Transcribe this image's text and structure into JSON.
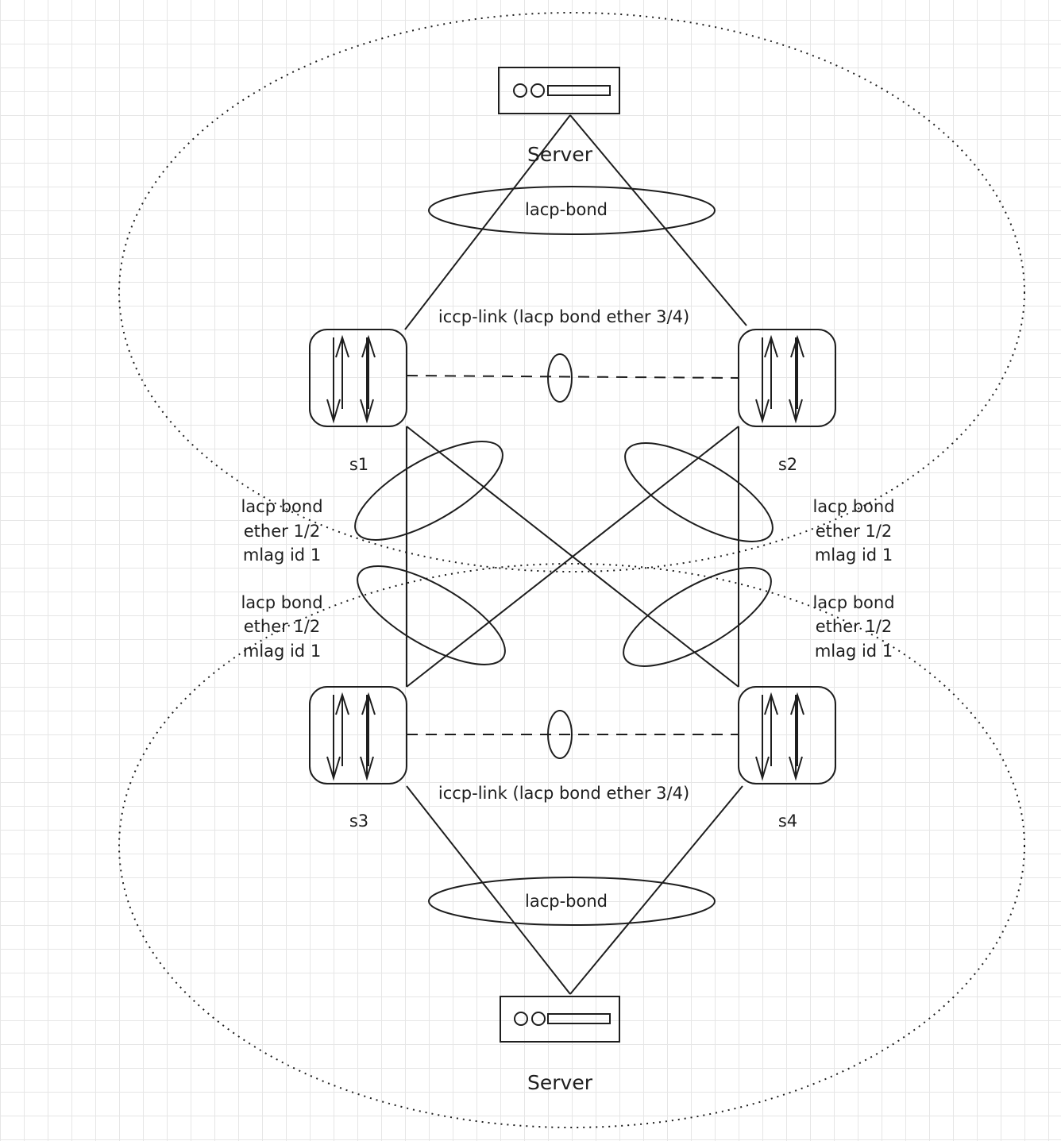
{
  "servers": [
    {
      "label": "Server"
    },
    {
      "label": "Server"
    }
  ],
  "server_bonds": [
    {
      "label": "lacp-bond"
    },
    {
      "label": "lacp-bond"
    }
  ],
  "iccp_links": [
    {
      "label": "iccp-link (lacp bond ether 3/4)"
    },
    {
      "label": "iccp-link (lacp bond ether 3/4)"
    }
  ],
  "switches": [
    {
      "label": "s1"
    },
    {
      "label": "s2"
    },
    {
      "label": "s3"
    },
    {
      "label": "s4"
    }
  ],
  "mlag_notes": [
    {
      "lines": [
        "lacp bond",
        "ether 1/2",
        "mlag id 1"
      ]
    },
    {
      "lines": [
        "lacp bond",
        "ether 1/2",
        "mlag id 1"
      ]
    },
    {
      "lines": [
        "lacp bond",
        "ether 1/2",
        "mlag id 1"
      ]
    },
    {
      "lines": [
        "lacp bond",
        "ether 1/2",
        "mlag id 1"
      ]
    }
  ],
  "colors": {
    "stroke": "#1e1e1e",
    "grid": "#e6e6e6",
    "background": "#ffffff"
  }
}
